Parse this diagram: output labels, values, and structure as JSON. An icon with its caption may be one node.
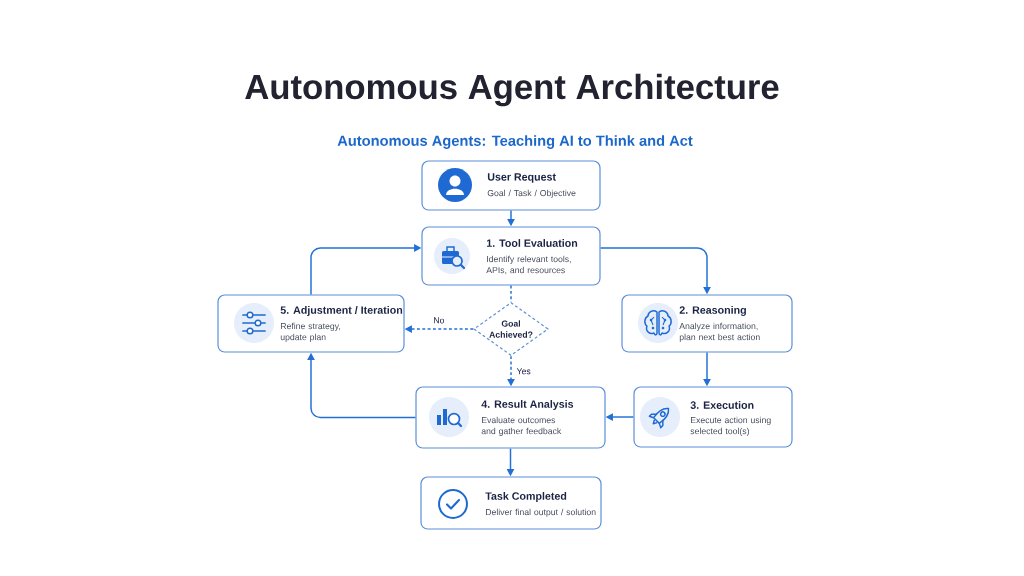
{
  "diagram": {
    "title": "Autonomous Agent Architecture",
    "nodes": [
      {
        "text": [
          "User Request",
          "Goal / Task / Objective"
        ]
      },
      {
        "text": [
          "1. Tool Evaluation",
          "Identify relevant tools, APIs, and resources"
        ]
      },
      {
        "text": [
          "5. Adjustment / Iteration",
          "Refine strategy, update plan"
        ]
      },
      {
        "text": [
          "Goal Achieved?"
        ]
      },
      {
        "text": [
          "2. Reasoning",
          "Analyze information, plan next best action"
        ]
      },
      {
        "text": [
          "4. Result Analysis",
          "Evaluate outcomes and gather feedback"
        ]
      },
      {
        "text": [
          "3. Execution",
          "Execute action using selected tool(s)"
        ]
      },
      {
        "text": [
          "Task Completed",
          "Deliver final output / solution"
        ]
      }
    ],
    "edges": [
      {
        "from": 0,
        "to": 1,
        "arrow": "to"
      },
      {
        "from": 1,
        "to": 4,
        "arrow": "to"
      },
      {
        "from": 4,
        "to": 6,
        "arrow": "to"
      },
      {
        "from": 6,
        "to": 5,
        "arrow": "to"
      },
      {
        "from": 5,
        "to": 7,
        "arrow": "to"
      },
      {
        "from": 5,
        "to": 2,
        "arrow": "to"
      },
      {
        "from": 2,
        "to": 1,
        "arrow": "to"
      },
      {
        "from": 1,
        "to": 3,
        "arrow": "none",
        "style": "dashed"
      },
      {
        "from": 3,
        "to": 2,
        "arrow": "to",
        "style": "dashed",
        "label": "No"
      },
      {
        "from": 3,
        "to": 5,
        "arrow": "to",
        "style": "dashed",
        "label": "Yes"
      }
    ],
    "labels": [
      "Autonomous Agents: Teaching AI to Think and Act"
    ]
  }
}
